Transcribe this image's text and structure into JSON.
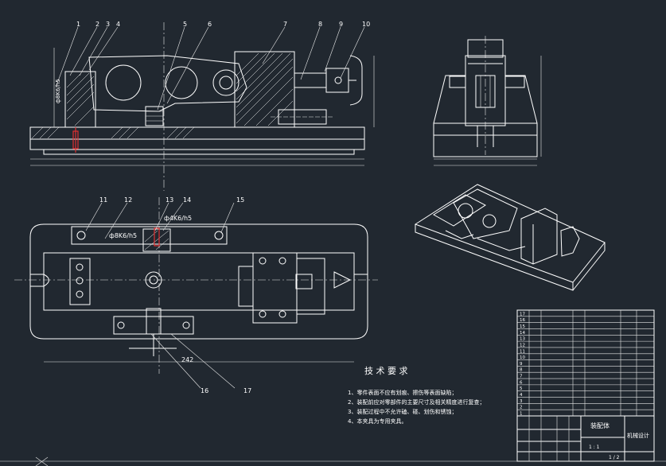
{
  "balloons": [
    "1",
    "2",
    "3",
    "4",
    "5",
    "6",
    "7",
    "8",
    "9",
    "10",
    "11",
    "12",
    "13",
    "14",
    "15",
    "16",
    "17"
  ],
  "dimensions": {
    "left_fit": "ф8K6/h5",
    "plan_fit_left": "ф8K6/h5",
    "plan_fit_right": "ф4K6/h5",
    "bottom_length": "242"
  },
  "technical_requirements": {
    "title": "技 术 要 求",
    "items": [
      "1、零件表面不应有划痕、擦伤等表面缺陷；",
      "2、装配前应对零部件的主要尺寸及相关精度进行复查；",
      "3、装配过程中不允许磕、碰、划伤和锈蚀；",
      "4、本夹具为专用夹具。"
    ]
  },
  "title_block": {
    "drawing_name": "装配体",
    "company": "机械设计",
    "scale_label": "1 : 1",
    "sheet": "1 / 2"
  },
  "bom_rows": [
    "17",
    "16",
    "15",
    "14",
    "13",
    "12",
    "11",
    "10",
    "9",
    "8",
    "7",
    "6",
    "5",
    "4",
    "3",
    "2",
    "1"
  ]
}
